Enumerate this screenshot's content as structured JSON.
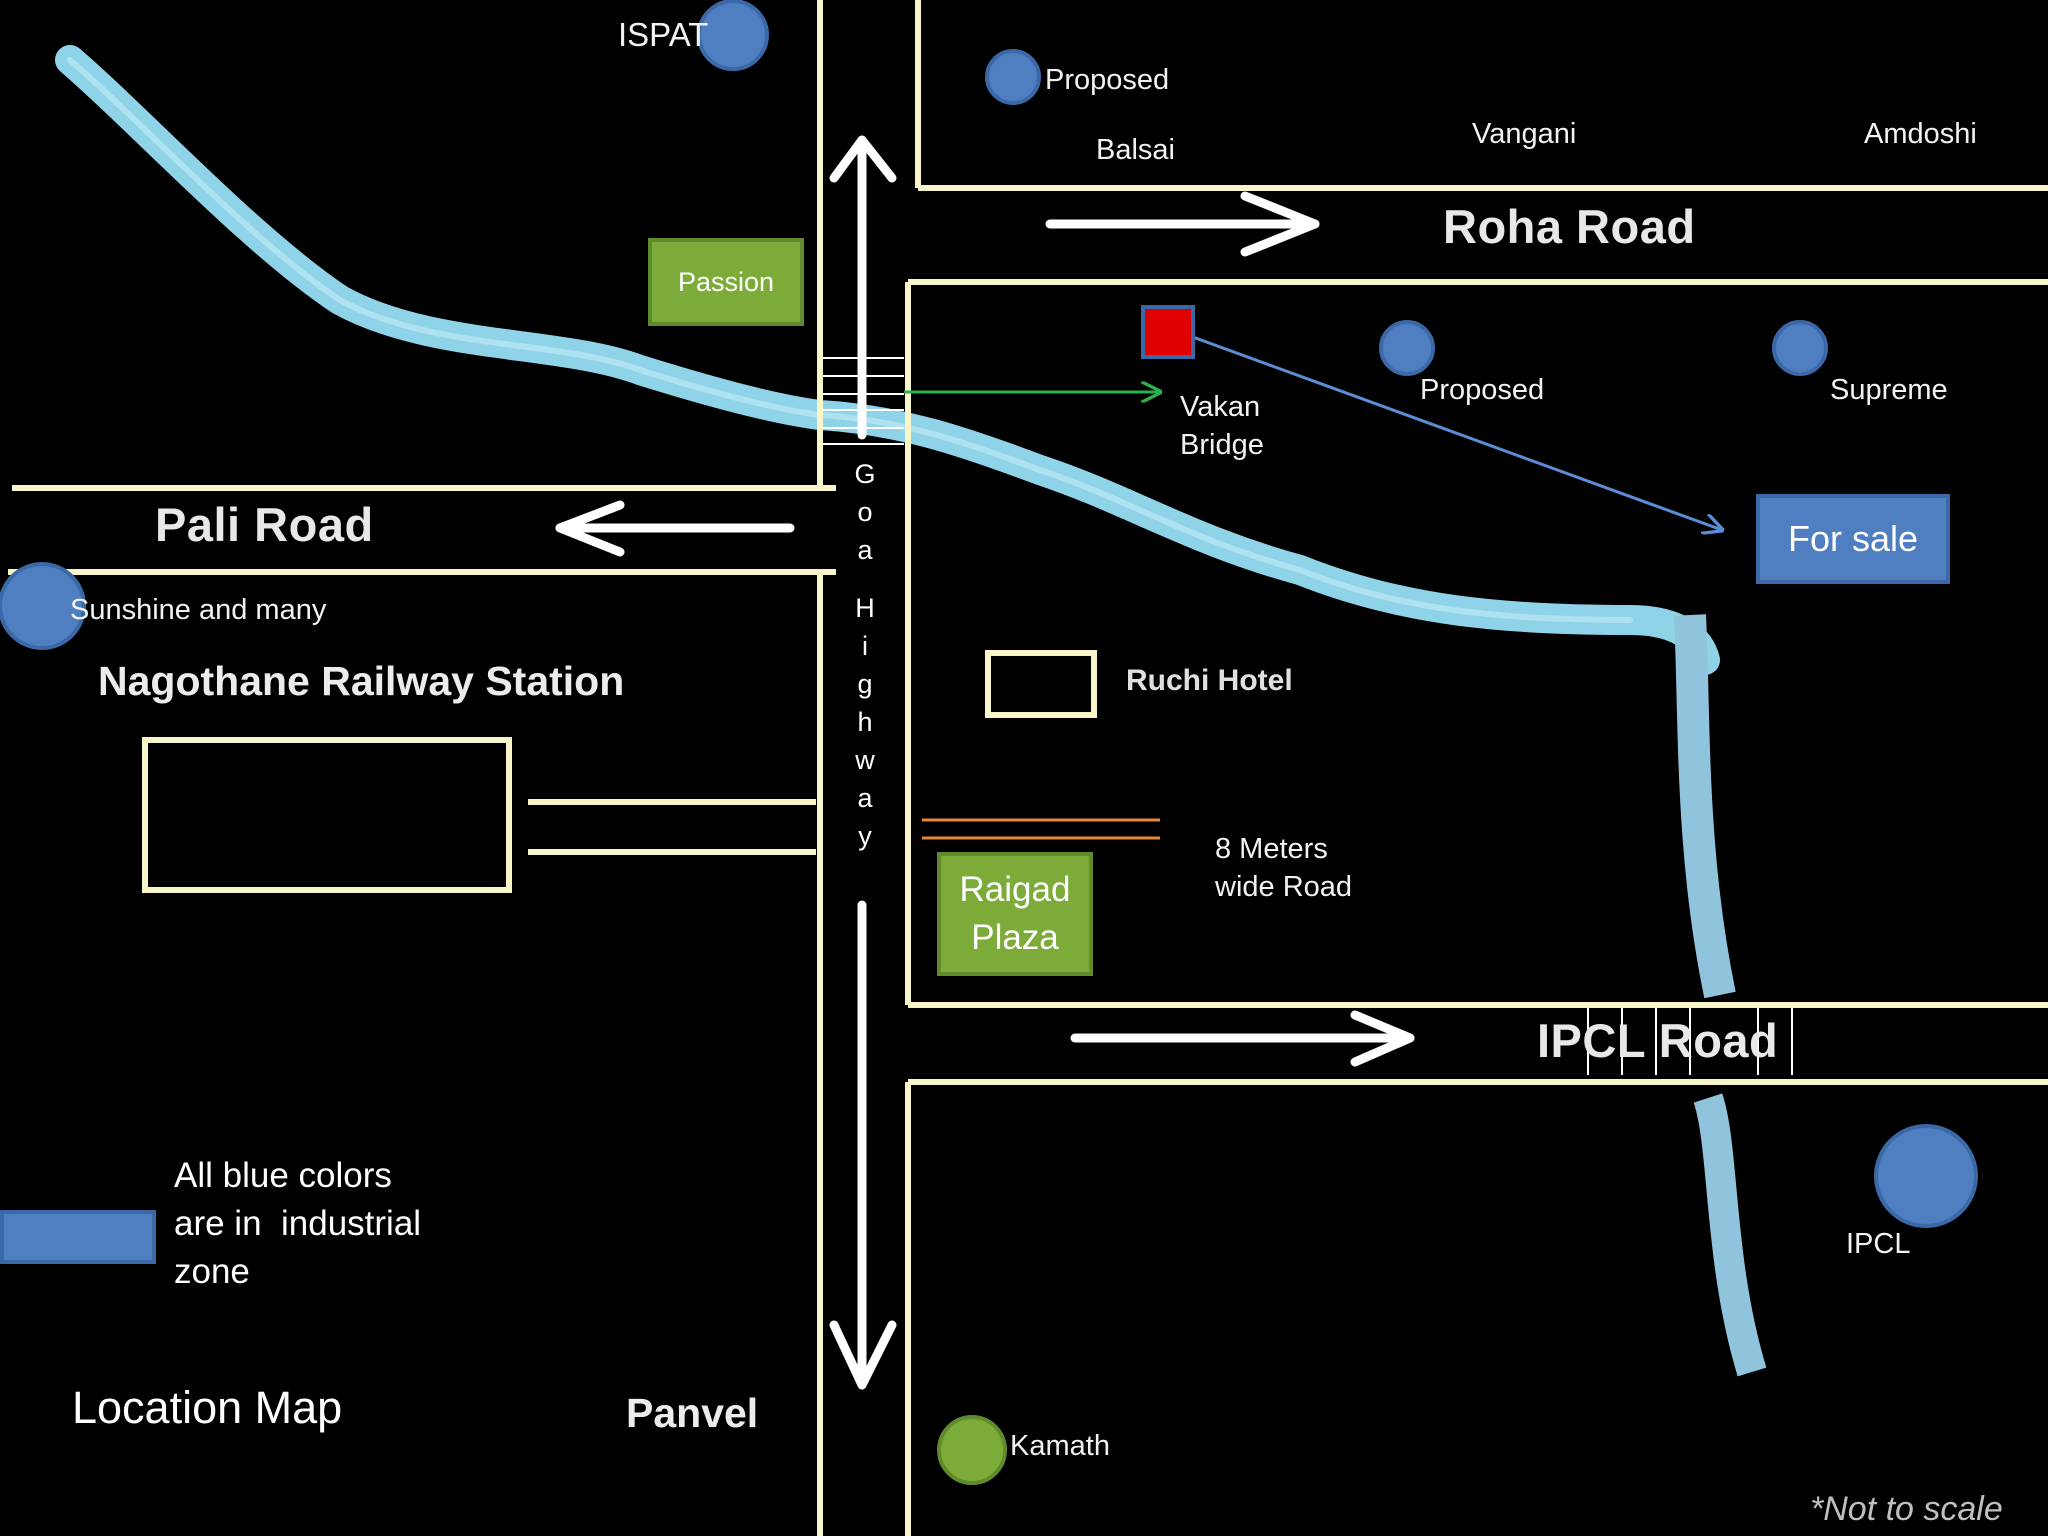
{
  "title": "Location Map",
  "note": "*Not to scale",
  "roads": {
    "roha": "Roha Road",
    "pali": "Pali Road",
    "ipcl": "IPCL Road",
    "highway": [
      "G",
      "o",
      "a",
      "",
      "H",
      "i",
      "g",
      "h",
      "w",
      "a",
      "y"
    ],
    "road_width": [
      "8 Meters",
      "wide Road"
    ]
  },
  "places": {
    "ispat": "ISPAT",
    "proposed_top": "Proposed",
    "balsai": "Balsai",
    "vangani": "Vangani",
    "amdoshi": "Amdoshi",
    "passion": "Passion",
    "vakan_bridge": [
      "Vakan",
      "Bridge"
    ],
    "proposed_mid": "Proposed",
    "supreme": "Supreme",
    "for_sale": "For sale",
    "sunshine": "Sunshine and many",
    "station": "Nagothane Railway Station",
    "ruchi": "Ruchi Hotel",
    "raigad": [
      "Raigad",
      "Plaza"
    ],
    "ipcl": "IPCL",
    "panvel": "Panvel",
    "kamath": "Kamath"
  },
  "legend": {
    "lines": [
      "All blue colors",
      "are in  industrial",
      "zone"
    ]
  },
  "colors": {
    "background": "#000000",
    "river": "#8fd3e8",
    "industrial_marker": "#4f7fc1",
    "green_marker": "#7dab3a",
    "road_outline": "#f8f6c8",
    "site_marker": "#e10000"
  }
}
